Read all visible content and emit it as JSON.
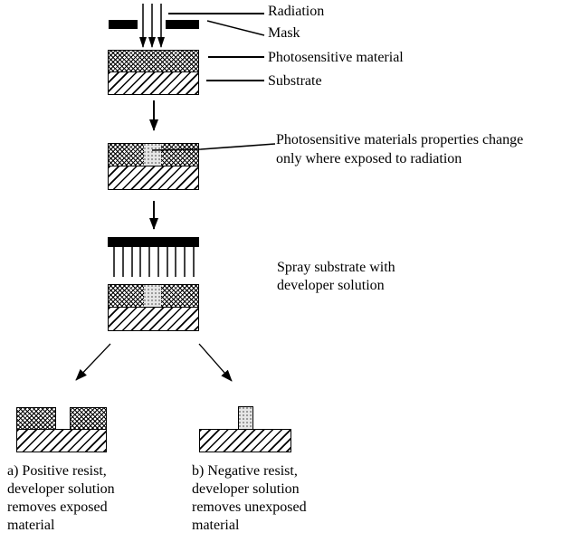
{
  "stage1": {
    "radiation_label": "Radiation",
    "mask_label": "Mask",
    "photosensitive_label": "Photosensitive material",
    "substrate_label": "Substrate"
  },
  "stage2": {
    "note": [
      "Photosensitive materials properties change",
      "only where exposed to radiation"
    ]
  },
  "stage3": {
    "note": [
      "Spray substrate with",
      "developer solution"
    ]
  },
  "results": {
    "positive": [
      "a) Positive resist,",
      "developer solution",
      "removes exposed",
      "material"
    ],
    "negative": [
      "b) Negative resist,",
      "developer solution",
      "removes unexposed",
      "material"
    ]
  },
  "colors": {
    "ink": "#000000",
    "background": "#ffffff",
    "exposed_region": "#e6e6e6"
  }
}
